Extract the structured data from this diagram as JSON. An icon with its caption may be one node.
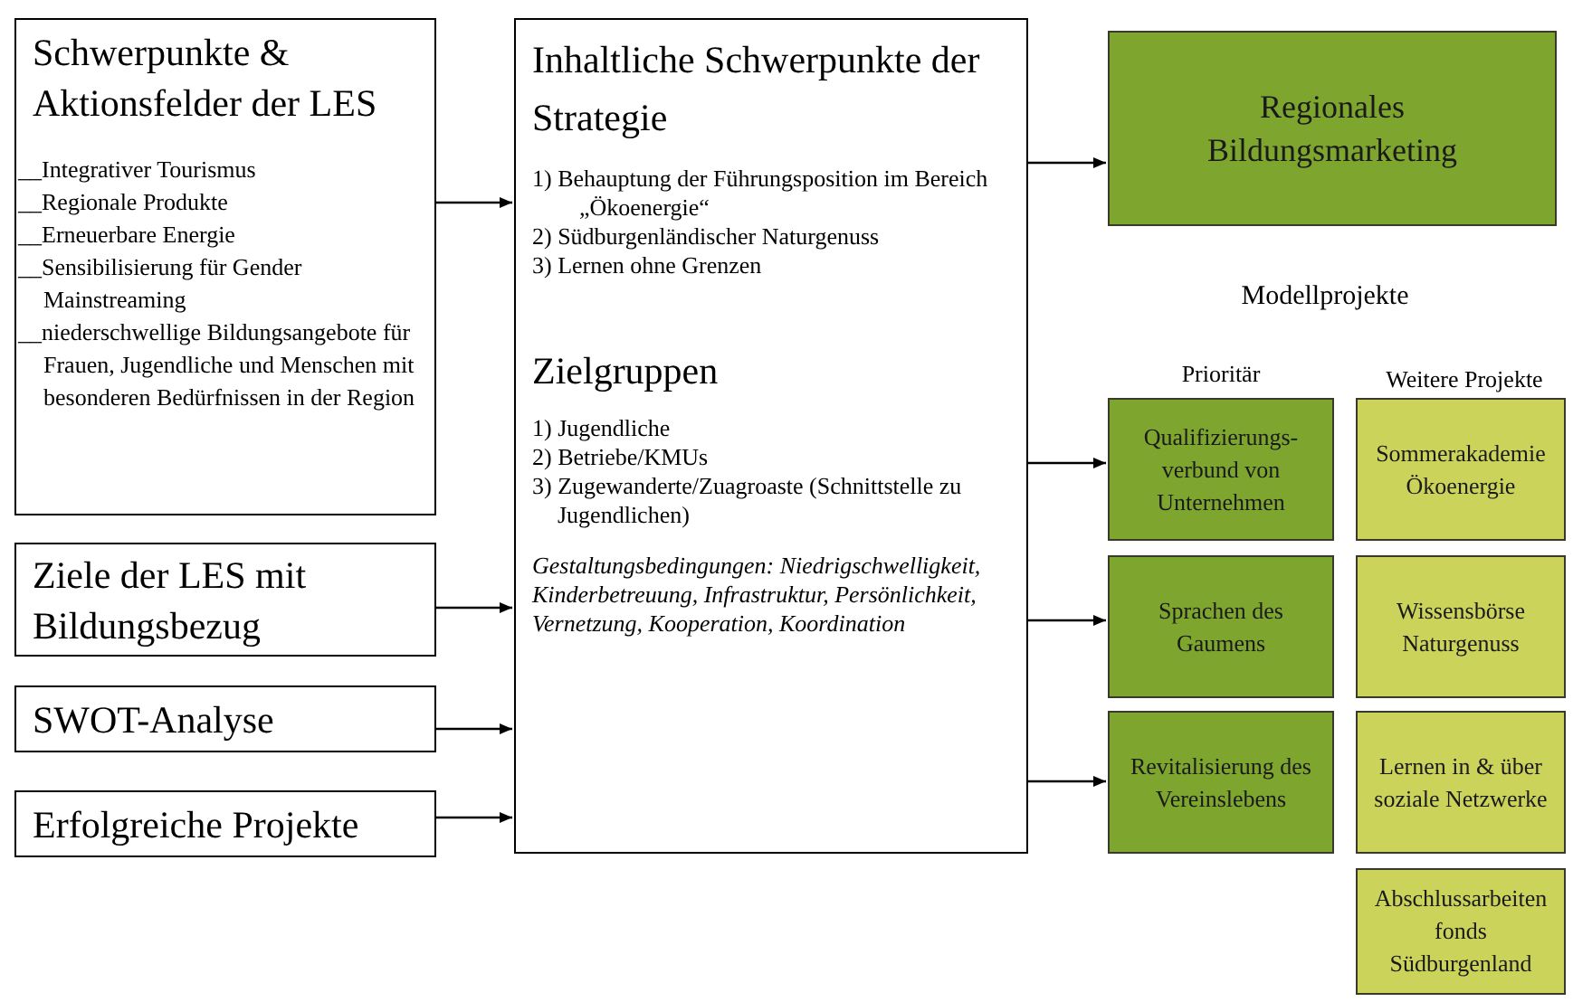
{
  "diagram": {
    "nodes": [
      {
        "text": [
          "Schwerpunkte & Aktionsfelder der LES",
          "__Integrativer Tourismus",
          "__Regionale Produkte",
          "__Erneuerbare Energie",
          "__Sensibilisierung für Gender Mainstreaming",
          "__niederschwellige Bildungsangebote für Frauen, Jugendliche und Menschen mit besonderen Bedürfnissen in der Region"
        ]
      },
      {
        "text": [
          "Ziele der LES mit Bildungsbezug"
        ]
      },
      {
        "text": [
          "SWOT-Analyse"
        ]
      },
      {
        "text": [
          "Erfolgreiche Projekte"
        ]
      },
      {
        "text": [
          "Inhaltliche Schwerpunkte der Strategie",
          "1) Behauptung der Führungsposition im Bereich „Ökoenergie“",
          "2) Südburgenländischer Naturgenuss",
          "3) Lernen ohne Grenzen",
          "Zielgruppen",
          "1) Jugendliche",
          "2) Betriebe/KMUs",
          "3) Zugewanderte/Zuagroaste (Schnittstelle zu Jugendlichen)",
          "Gestaltungsbedingungen: Niedrigschwelligkeit, Kinderbetreuung, Infrastruktur, Persönlichkeit, Vernetzung, Kooperation, Koordination"
        ]
      },
      {
        "text": [
          "Regionales Bildungsmarketing"
        ]
      },
      {
        "text": [
          "Qualifizierungs-verbund von Unternehmen"
        ]
      },
      {
        "text": [
          "Sprachen des Gaumens"
        ]
      },
      {
        "text": [
          "Revitalisierung des Vereinslebens"
        ]
      },
      {
        "text": [
          "Sommerakademie Ökoenergie"
        ]
      },
      {
        "text": [
          "Wissensbörse Naturgenuss"
        ]
      },
      {
        "text": [
          "Lernen in & über soziale Netzwerke"
        ]
      },
      {
        "text": [
          "Abschlussarbeiten fonds Südburgenland"
        ]
      }
    ],
    "edges": [
      {
        "from": 0,
        "to": 4,
        "arrow": "to"
      },
      {
        "from": 1,
        "to": 4,
        "arrow": "to"
      },
      {
        "from": 2,
        "to": 4,
        "arrow": "to"
      },
      {
        "from": 3,
        "to": 4,
        "arrow": "to"
      },
      {
        "from": 4,
        "to": 5,
        "arrow": "to"
      },
      {
        "from": 4,
        "to": 6,
        "arrow": "to"
      },
      {
        "from": 4,
        "to": 7,
        "arrow": "to"
      },
      {
        "from": 4,
        "to": 8,
        "arrow": "to"
      }
    ],
    "labels": [
      "Modellprojekte",
      "Prioritär",
      "Weitere Projekte"
    ]
  }
}
